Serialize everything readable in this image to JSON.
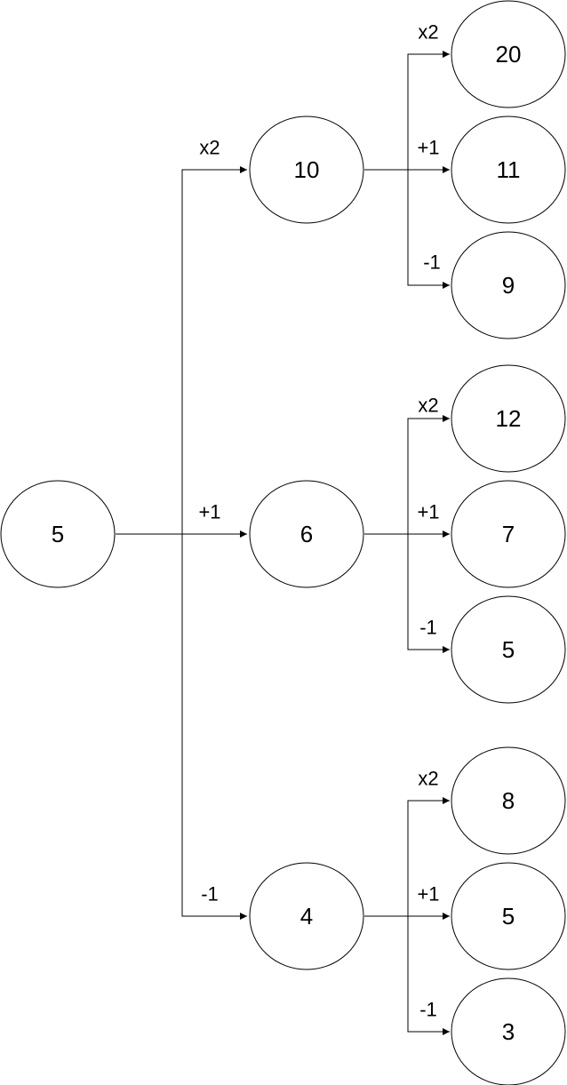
{
  "nodes": {
    "root": "5",
    "level1": [
      "10",
      "6",
      "4"
    ],
    "level2": [
      [
        "20",
        "11",
        "9"
      ],
      [
        "12",
        "7",
        "5"
      ],
      [
        "8",
        "5",
        "3"
      ]
    ]
  },
  "edge_labels": {
    "level1": [
      "x2",
      "+1",
      "-1"
    ],
    "level2": [
      [
        "x2",
        "+1",
        "-1"
      ],
      [
        "x2",
        "+1",
        "-1"
      ],
      [
        "x2",
        "+1",
        "-1"
      ]
    ]
  }
}
